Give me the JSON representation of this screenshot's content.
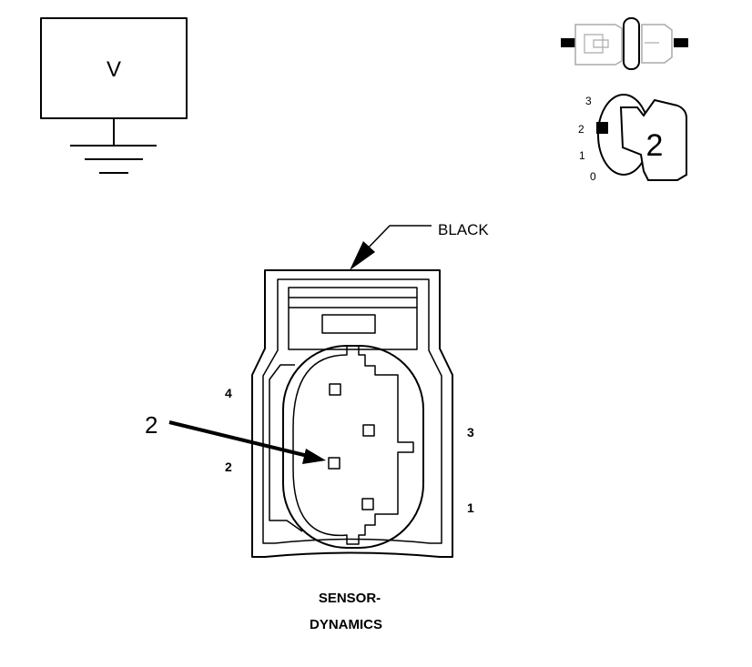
{
  "meter": {
    "symbol": "V"
  },
  "ignition": {
    "positions": [
      "3",
      "2",
      "1",
      "0"
    ],
    "selected": "2"
  },
  "connector": {
    "color_label": "BLACK",
    "pin_callout": "2",
    "pins": [
      "4",
      "2",
      "3",
      "1"
    ],
    "name_line1": "SENSOR-",
    "name_line2": "DYNAMICS"
  }
}
